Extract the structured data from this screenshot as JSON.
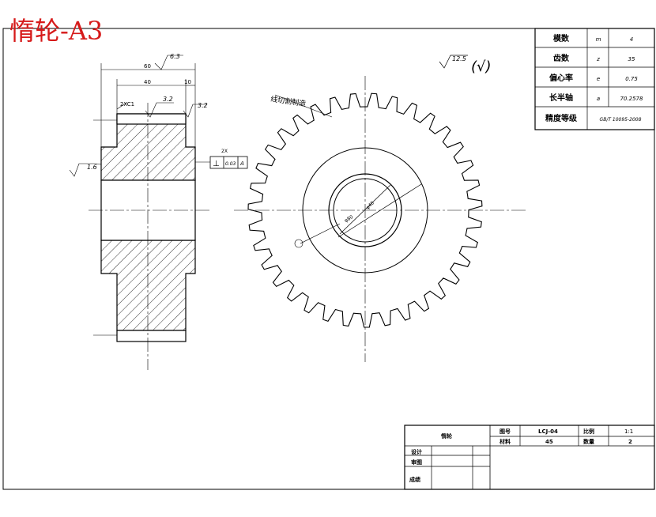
{
  "title": "惰轮-A3",
  "roughness": {
    "surface": "6.3",
    "bore_face": "3.2",
    "side_face": "3.2",
    "left": "1.6",
    "general": "12.5",
    "general_mark": "(√)"
  },
  "dims": {
    "overall_width": "60",
    "hub_width": "40",
    "step": "10",
    "chamfer": "2XC1",
    "bore_dia": "φ40",
    "inner_dia": "φ80"
  },
  "tolerance": {
    "symbol": "⊥",
    "value": "0.03",
    "datum": "A",
    "label": "2X"
  },
  "note": "线切割制造",
  "gear_teeth": 35,
  "params": [
    {
      "name": "模数",
      "symbol": "m",
      "value": "4"
    },
    {
      "name": "齿数",
      "symbol": "z",
      "value": "35"
    },
    {
      "name": "偏心率",
      "symbol": "e",
      "value": "0.75"
    },
    {
      "name": "长半轴",
      "symbol": "a",
      "value": "70.2578"
    },
    {
      "name": "精度等级",
      "symbol": "",
      "value": "GB/T 10095-2008"
    }
  ],
  "titleblock": {
    "part_name": "惰轮",
    "drawing_no_label": "图号",
    "drawing_no": "LCJ-04",
    "scale_label": "比例",
    "scale": "1:1",
    "material_label": "材料",
    "material": "45",
    "qty_label": "数量",
    "qty": "2",
    "designer": "设计",
    "reviewer": "审图",
    "student": "成绩"
  }
}
